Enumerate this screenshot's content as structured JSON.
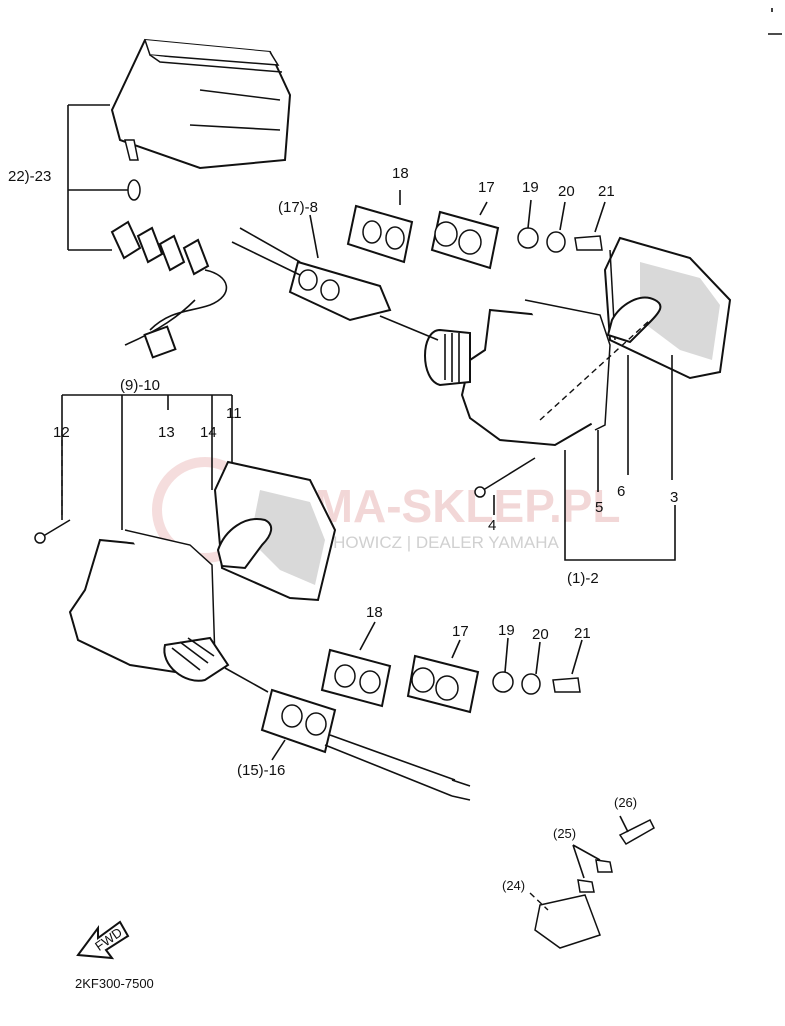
{
  "labels": {
    "l_22_23": "22)-23",
    "l_18_top": "18",
    "l_17_8": "(17)-8",
    "l_17_top": "17",
    "l_19_top": "19",
    "l_20_top": "20",
    "l_21_top": "21",
    "l_9_10": "(9)-10",
    "l_12": "12",
    "l_13": "13",
    "l_14": "14",
    "l_11": "11",
    "l_6": "6",
    "l_3": "3",
    "l_5": "5",
    "l_4": "4",
    "l_1_2": "(1)-2",
    "l_18_bot": "18",
    "l_17_bot": "17",
    "l_19_bot": "19",
    "l_20_bot": "20",
    "l_21_bot": "21",
    "l_15_16": "(15)-16",
    "l_26": "(26)",
    "l_25": "(25)",
    "l_24": "(24)",
    "fwd": "FWD",
    "code": "2KF300-7500"
  },
  "watermark": {
    "brand": "YAMA-SKLEP.PL",
    "sub": "LECHOWICZ | DEALER YAMAHA"
  }
}
